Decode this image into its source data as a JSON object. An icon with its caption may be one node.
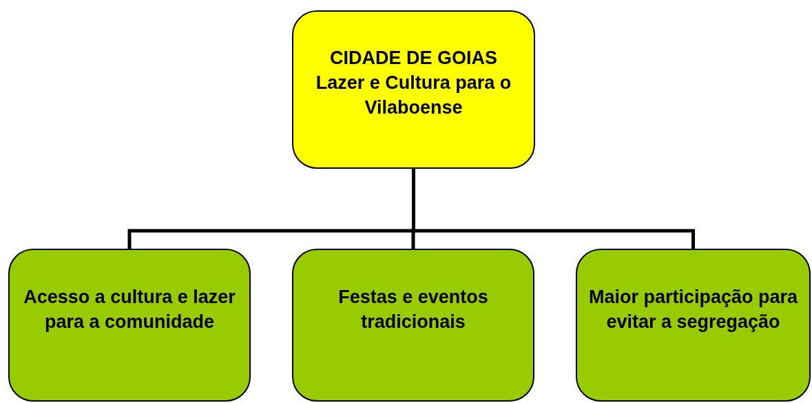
{
  "diagram": {
    "nodes": [
      {
        "text": [
          "CIDADE DE GOIAS Lazer e Cultura para o Vilaboense"
        ]
      },
      {
        "text": [
          "Acesso a cultura e lazer para a comunidade"
        ]
      },
      {
        "text": [
          "Festas e eventos tradicionais"
        ]
      },
      {
        "text": [
          "Maior participação para evitar a segregação"
        ]
      }
    ],
    "edges": [
      {
        "from": 0,
        "to": 1,
        "arrow": "none"
      },
      {
        "from": 0,
        "to": 2,
        "arrow": "none"
      },
      {
        "from": 0,
        "to": 3,
        "arrow": "none"
      }
    ]
  }
}
